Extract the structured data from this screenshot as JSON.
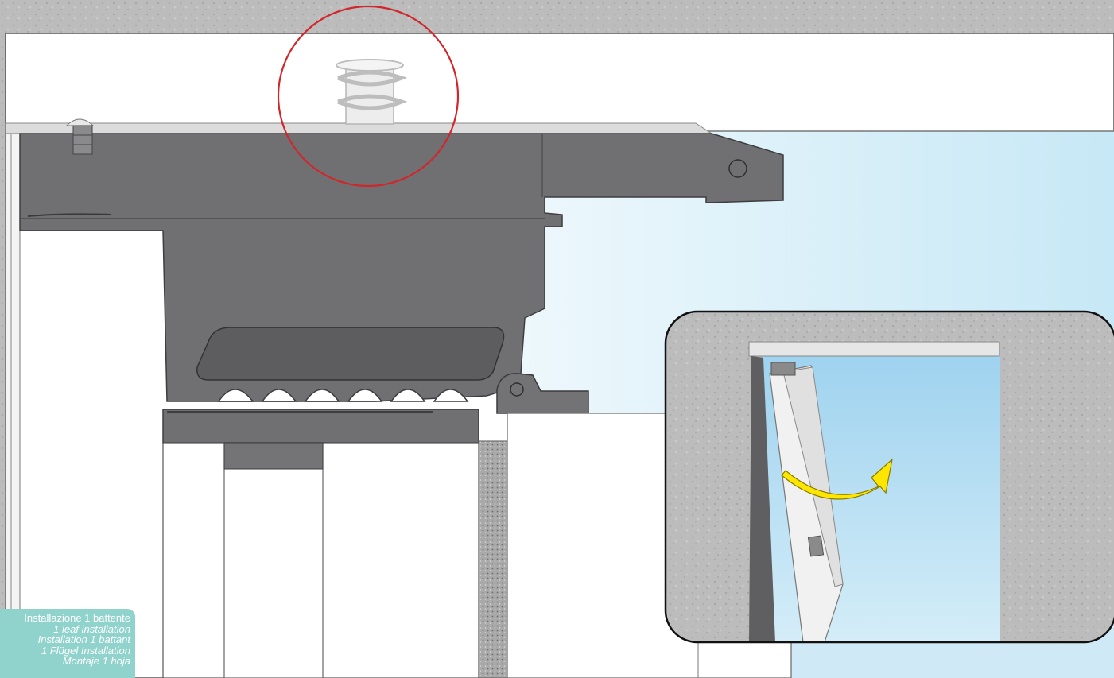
{
  "caption": {
    "lines": [
      "Installazione 1 battente",
      "1 leaf installation",
      "Installation 1 battant",
      "1 Flügel Installation",
      "Montaje 1 hoja"
    ]
  },
  "colors": {
    "wall_texture": "#b9b9b9",
    "ceiling": "#ffffff",
    "operator_body": "#6f6f71",
    "operator_dark": "#4d4d4f",
    "sky": "#cfeaf6",
    "highlight_circle": "#d0262c",
    "caption_bg": "#8fd3cc",
    "arrow": "#ffe600"
  },
  "icons": {
    "highlight": "red-circle-highlight-icon",
    "rotation": "curved-yellow-arrow-icon"
  }
}
